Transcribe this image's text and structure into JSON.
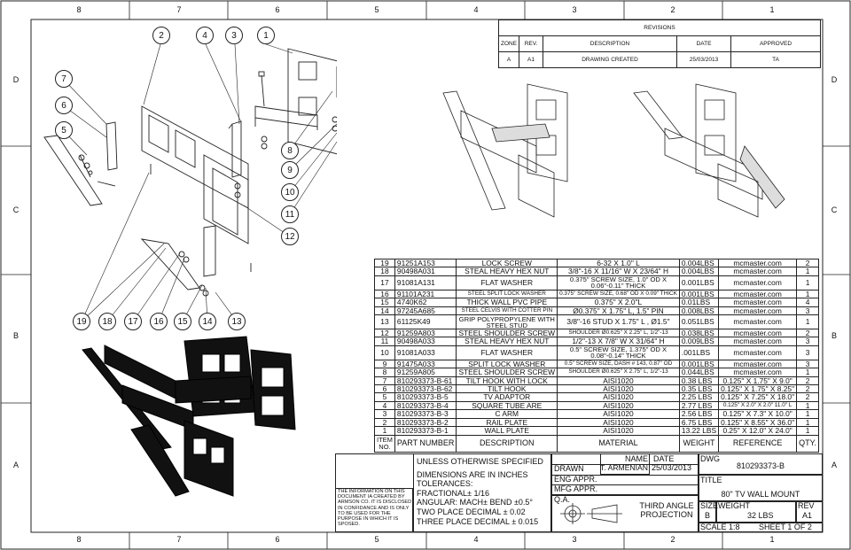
{
  "zones": {
    "top": [
      "8",
      "7",
      "6",
      "5",
      "4",
      "3",
      "2",
      "1"
    ],
    "side": [
      "D",
      "C",
      "B",
      "A"
    ]
  },
  "revisions": {
    "title": "REVISIONS",
    "headers": [
      "ZONE",
      "REV.",
      "DESCRIPTION",
      "DATE",
      "APPROVED"
    ],
    "row": [
      "A",
      "A1",
      "DRAWING CREATED",
      "25/03/2013",
      "TA"
    ]
  },
  "balloons": [
    "1",
    "2",
    "3",
    "4",
    "5",
    "6",
    "7",
    "8",
    "9",
    "10",
    "11",
    "12",
    "13",
    "14",
    "15",
    "16",
    "17",
    "18",
    "19"
  ],
  "bom": {
    "rows": [
      [
        "19",
        "91251A153",
        "LOCK SCREW",
        "6-32 X 1.0\" L",
        "0.004LBS",
        "mcmaster.com",
        "2"
      ],
      [
        "18",
        "90498A031",
        "STEAL HEAVY HEX NUT",
        "3/8\"-16 X 11/16\" W X 23/64\" H",
        "0.004LBS",
        "mcmaster.com",
        "1"
      ],
      [
        "17",
        "91081A131",
        "FLAT WASHER",
        "0.375\" SCREW SIZE, 1.0\" OD X 0.06\"-0.11\" THICK",
        "0.001LBS",
        "mcmaster.com",
        "1"
      ],
      [
        "16",
        "91101A231",
        "STEEL SPLIT LOCK WASHER",
        "0.375\" SCREW SIZE, 0.68\" OD X 0.09\" THICK",
        "0.001LBS",
        "mcmaster.com",
        "1"
      ],
      [
        "15",
        "4740K62",
        "THICK WALL PVC PIPE",
        "0.375\" X 2.0\"L",
        "0.01LBS",
        "mcmaster.com",
        "4"
      ],
      [
        "14",
        "97245A685",
        "STEEL CELVIS WITH COTTER PIN",
        "Ø0.375\" X 1.75\" L, 1.5\" PIN",
        "0.008LBS",
        "mcmaster.com",
        "3"
      ],
      [
        "13",
        "61125K49",
        "GRIP POLYPROPYLENE WITH STEEL STUD",
        "3/8\"-16 STUD X 1.75\" L , Ø1.5\"",
        "0.051LBS",
        "mcmaster.com",
        "1"
      ],
      [
        "12",
        "91259A803",
        "STEEL SHOULDER SCREW",
        "SHOULDER Ø0.625\" X 2.25\" L, 1/2\"-13",
        "0.038LBS",
        "mcmaster.com",
        "2"
      ],
      [
        "11",
        "90498A033",
        "STEAL HEAVY HEX NUT",
        "1/2\"-13 X 7/8\" W X 31/64\" H",
        "0.009LBS",
        "mcmaster.com",
        "3"
      ],
      [
        "10",
        "91081A033",
        "FLAT WASHER",
        "0.5\" SCREW SIZE, 1.375\" OD X 0.08\"-0.14\" THICK",
        ".001LBS",
        "mcmaster.com",
        "3"
      ],
      [
        "9",
        "91475A033",
        "SPLIT LOCK WASHER",
        "0.5\" SCREW SIZE, DASH # 143, 0.87\" OD",
        "0.001LBS",
        "mcmaster.com",
        "3"
      ],
      [
        "8",
        "91259A805",
        "STEEL SHOULDER SCREW",
        "SHOULDER Ø0.625\" X 2.75\" L, 1/2\"-13",
        "0.044LBS",
        "mcmaster.com",
        "1"
      ],
      [
        "7",
        "810293373-B-61",
        "TILT HOOK WITH LOCK",
        "AISI1020",
        "0.38 LBS",
        "0.125\" X 1.75\" X 9.0\"",
        "2"
      ],
      [
        "6",
        "810293373-B-62",
        "TILT HOOK",
        "AISI1020",
        "0.35 LBS",
        "0.125\" X 1.75\" X 8.25\"",
        "2"
      ],
      [
        "5",
        "810293373-B-5",
        "TV ADAPTOR",
        "AISI1020",
        "2.25 LBS",
        "0.125\" X 7.25\" X 18.0\"",
        "2"
      ],
      [
        "4",
        "810293373-B-4",
        "SQUARE TUBE ARE",
        "AISI1020",
        "2.77 LBS",
        "0.125\" X 2.0\" X 2.0\" 11.0\" L",
        "1"
      ],
      [
        "3",
        "810293373-B-3",
        "C ARM",
        "AISI1020",
        "2.56 LBS",
        "0.125\" X 7.3\" X 10.0\"",
        "1"
      ],
      [
        "2",
        "810293373-B-2",
        "RAIL PLATE",
        "AISI1020",
        "6.75 LBS",
        "0.125\" X 8.55\" X 36.0\"",
        "1"
      ],
      [
        "1",
        "810293373-B-1",
        "WALL PLATE",
        "AISI1020",
        "13.22 LBS",
        "0.25\" X 12.0\" X 24.0\"",
        "1"
      ]
    ],
    "headers": [
      "ITEM NO.",
      "PART NUMBER",
      "DESCRIPTION",
      "MATERIAL",
      "WEIGHT",
      "REFERENCE",
      "QTY."
    ]
  },
  "title_block": {
    "notes": [
      "UNLESS OTHERWISE SPECIFIED",
      "DIMENSIONS ARE IN INCHES",
      "TOLERANCES:",
      "FRACTIONAL± 1/16",
      "ANGULAR: MACH±     BEND ±0.5°",
      "TWO PLACE DECIMAL    ± 0.02",
      "THREE PLACE DECIMAL   ± 0.015"
    ],
    "confidential": "THE INFORMATION ON THIS DOCUMENT IA CREATED BY ARMSON CO. IT IS DISCLOSED IN CONFIDANCE AND IS ONLY TO BE USED FOR THE PURPOSE IN WHICH IT IS SPOSED.",
    "name_label": "NAME",
    "date_label": "DATE",
    "drawn_label": "DRAWN",
    "drawn_name": "T. ARMENIAN",
    "drawn_date": "25/03/2013",
    "eng_appr": "ENG APPR.",
    "mfg_appr": "MFG APPR.",
    "qa": "Q.A.",
    "projection": "THIRD ANGLE PROJECTION",
    "dwg_label": "DWG",
    "dwg_no": "810293373-B",
    "title_label": "TITLE",
    "title": "80\" TV WALL MOUNT",
    "size_label": "SIZE",
    "size": "B",
    "weight_label": "WEIGHT",
    "weight": "32 LBS",
    "rev_label": "REV",
    "rev": "A1",
    "scale": "SCALE 1:8",
    "sheet": "SHEET 1 OF 2"
  }
}
